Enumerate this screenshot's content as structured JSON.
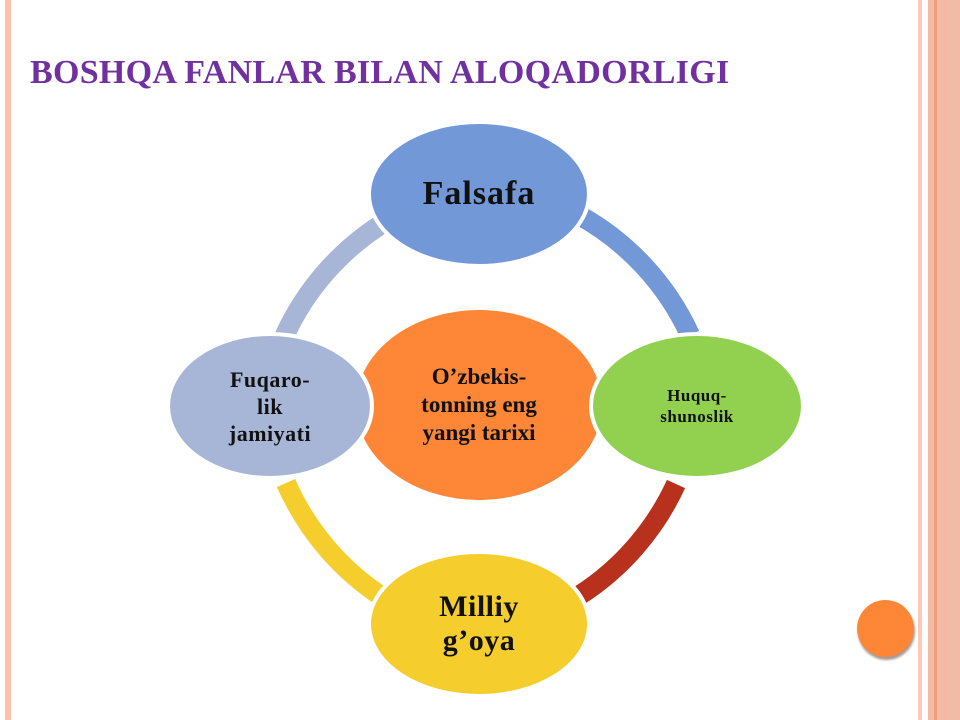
{
  "slide": {
    "title": "BOSHQA FANLAR BILAN ALOQADORLIGI",
    "title_color": "#7030a0",
    "accent_stripe_color": "#fcc0ad",
    "deco_dot_color": "#fd8637"
  },
  "diagram": {
    "type": "radial-cycle",
    "center": {
      "label": "O’zbekis-\ntonning eng\nyangi tarixi",
      "color": "#fd8637"
    },
    "nodes": [
      {
        "id": "top",
        "label": "Falsafa",
        "color": "#7298d8"
      },
      {
        "id": "right",
        "label": "Huquq-\nshunoslik",
        "color": "#92d050"
      },
      {
        "id": "bottom",
        "label": "Milliy\ng’oya",
        "color": "#f5cd2d"
      },
      {
        "id": "left",
        "label": "Fuqaro-\nlik\njamiyati",
        "color": "#a7b6d6"
      }
    ],
    "connectors": [
      {
        "from": "top",
        "to": "right",
        "color": "#7298d8"
      },
      {
        "from": "right",
        "to": "bottom",
        "color": "#b8311c"
      },
      {
        "from": "bottom",
        "to": "left",
        "color": "#f5cd2d"
      },
      {
        "from": "left",
        "to": "top",
        "color": "#a7b6d6"
      }
    ]
  }
}
